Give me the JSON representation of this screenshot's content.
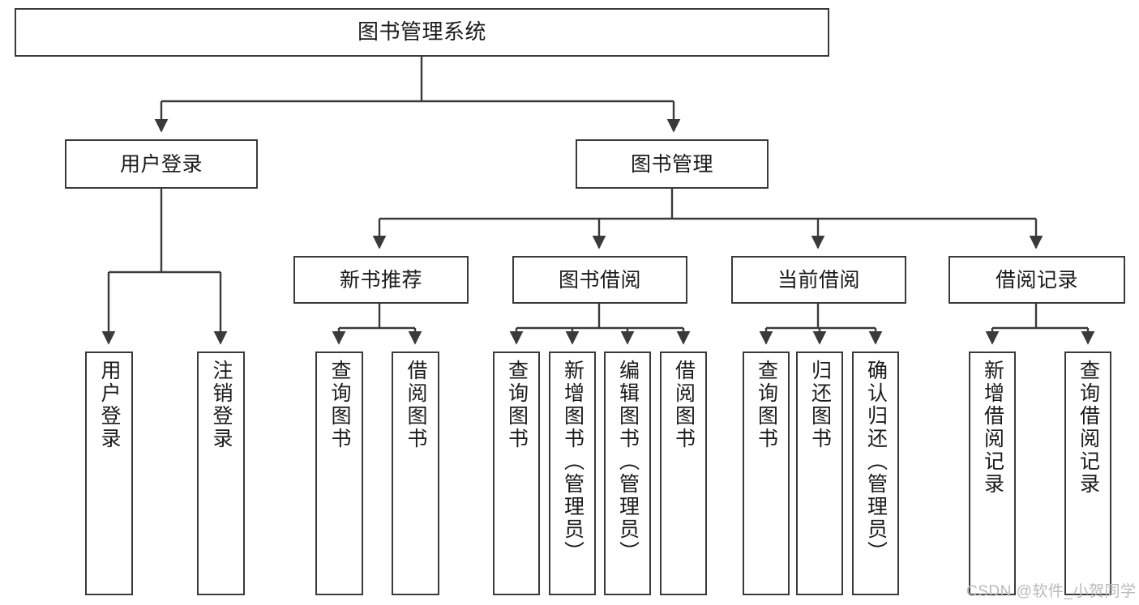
{
  "diagram": {
    "type": "tree",
    "title": "图书管理系统",
    "watermark": "CSDN @软件_小贺同学",
    "colors": {
      "box_border": "#3a3a3a",
      "box_fill": "#ffffff",
      "connector": "#3a3a3a",
      "text": "#1a1a1a",
      "watermark": "#b9b9b9",
      "background": "#ffffff"
    },
    "nodes": {
      "root": {
        "label": "图书管理系统"
      },
      "level2": [
        {
          "id": "user-login",
          "label": "用户登录"
        },
        {
          "id": "book-manage",
          "label": "图书管理"
        }
      ],
      "level3": [
        {
          "id": "new-book-recommend",
          "label": "新书推荐"
        },
        {
          "id": "book-borrow",
          "label": "图书借阅"
        },
        {
          "id": "current-borrow",
          "label": "当前借阅"
        },
        {
          "id": "borrow-record",
          "label": "借阅记录"
        }
      ],
      "leaves": [
        {
          "id": "leaf-user-login",
          "label": "用户登录",
          "parent": "user-login"
        },
        {
          "id": "leaf-logout",
          "label": "注销登录",
          "parent": "user-login"
        },
        {
          "id": "leaf-query-book-1",
          "label": "查询图书",
          "parent": "new-book-recommend"
        },
        {
          "id": "leaf-borrow-book-1",
          "label": "借阅图书",
          "parent": "new-book-recommend"
        },
        {
          "id": "leaf-query-book-2",
          "label": "查询图书",
          "parent": "book-borrow"
        },
        {
          "id": "leaf-add-book",
          "label": "新增图书（管理员）",
          "parent": "book-borrow"
        },
        {
          "id": "leaf-edit-book",
          "label": "编辑图书（管理员）",
          "parent": "book-borrow"
        },
        {
          "id": "leaf-borrow-book-2",
          "label": "借阅图书",
          "parent": "book-borrow"
        },
        {
          "id": "leaf-query-book-3",
          "label": "查询图书",
          "parent": "current-borrow"
        },
        {
          "id": "leaf-return-book",
          "label": "归还图书",
          "parent": "current-borrow"
        },
        {
          "id": "leaf-confirm-return",
          "label": "确认归还（管理员）",
          "parent": "current-borrow"
        },
        {
          "id": "leaf-add-record",
          "label": "新增借阅记录",
          "parent": "borrow-record"
        },
        {
          "id": "leaf-query-record",
          "label": "查询借阅记录",
          "parent": "borrow-record"
        }
      ]
    }
  }
}
